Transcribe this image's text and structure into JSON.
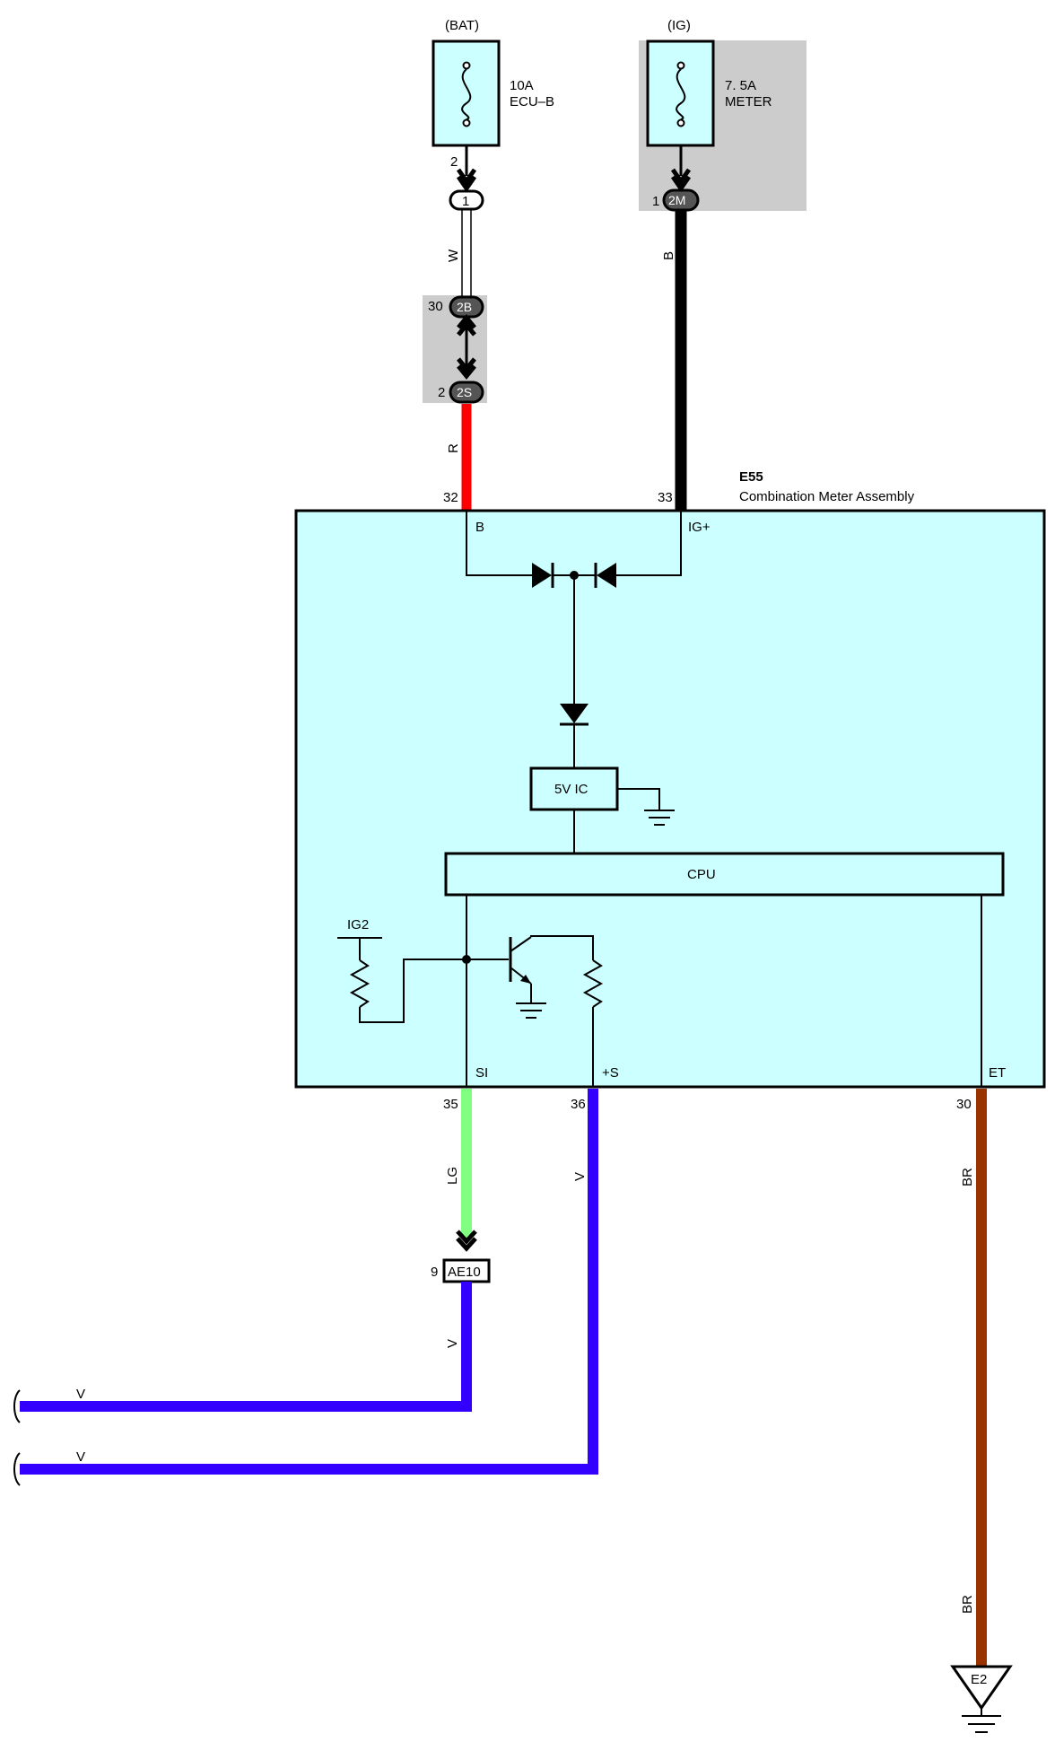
{
  "fuses": [
    {
      "source": "(BAT)",
      "rating": "10A",
      "name": "ECU–B",
      "pin": "2"
    },
    {
      "source": "(IG)",
      "rating": "7. 5A",
      "name": "METER",
      "pin": "1"
    }
  ],
  "connectors": {
    "c1": "1",
    "c2m": "2M",
    "c2b": "2B",
    "c2b_pin": "30",
    "c2s": "2S",
    "c2s_pin": "2",
    "ae10": "AE10",
    "ae10_pin": "9"
  },
  "wire_colors": {
    "w_upper": "W",
    "r": "R",
    "b": "B",
    "lg": "LG",
    "v1": "V",
    "v2": "V",
    "v_left1": "V",
    "v_left2": "V",
    "br1": "BR",
    "br2": "BR"
  },
  "colors": {
    "component_fill": "#ccffff",
    "splice_fill": "#cccccc",
    "red": "#ff0000",
    "black": "#000000",
    "light_green": "#80ff80",
    "violet": "#3300ff",
    "brown": "#993300"
  },
  "component": {
    "code": "E55",
    "name": "Combination Meter Assembly",
    "pins": [
      {
        "num": "32",
        "label": "B"
      },
      {
        "num": "33",
        "label": "IG+"
      },
      {
        "num": "35",
        "label": "SI"
      },
      {
        "num": "36",
        "label": "+S"
      },
      {
        "num": "30",
        "label": "ET"
      }
    ],
    "ic_label": "5V IC",
    "cpu_label": "CPU",
    "ig2_label": "IG2"
  },
  "ground": {
    "label": "E2"
  }
}
